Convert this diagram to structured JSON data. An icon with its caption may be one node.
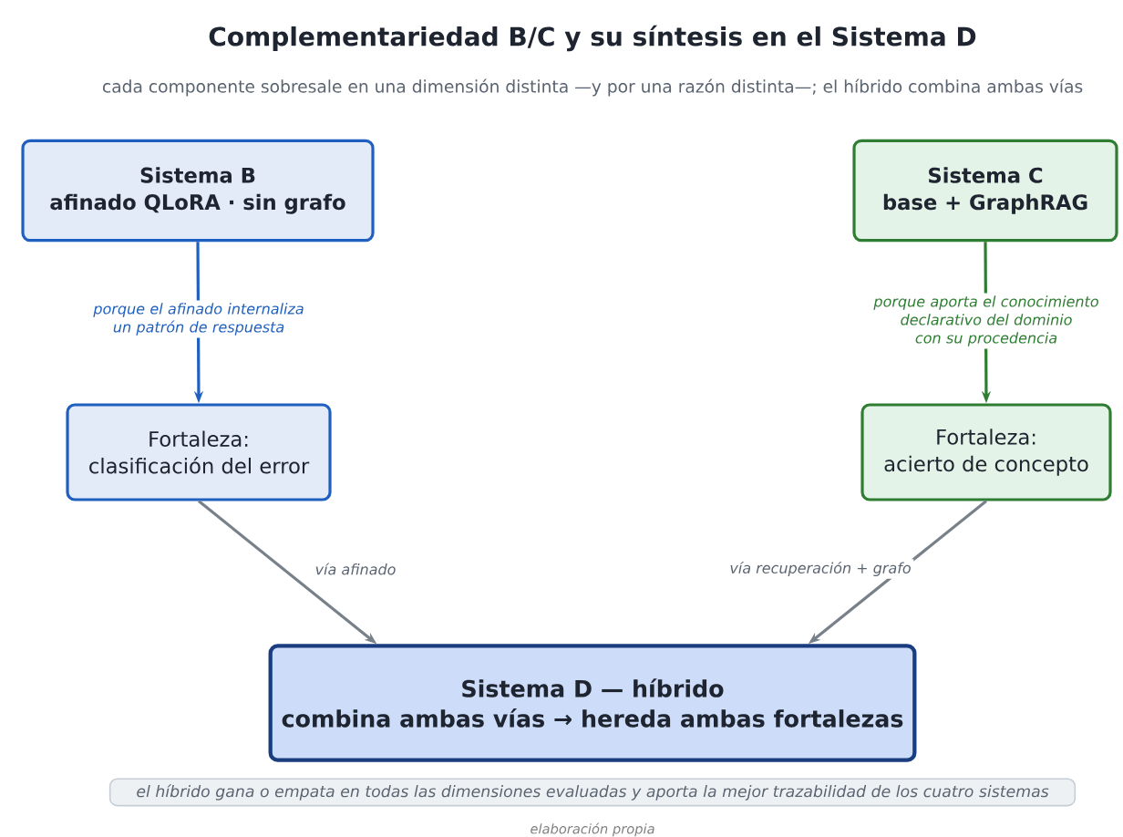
{
  "diagram": {
    "title": "Complementariedad B/C y su síntesis en el Sistema D",
    "caption": "elaboración propia",
    "nodes": [
      {
        "text": [
          "Sistema B",
          "afinado QLoRA · sin grafo"
        ]
      },
      {
        "text": [
          "Sistema C",
          "base + GraphRAG"
        ]
      },
      {
        "text": [
          "Fortaleza:",
          "clasificación del error"
        ]
      },
      {
        "text": [
          "Fortaleza:",
          "acierto de concepto"
        ]
      },
      {
        "text": [
          "Sistema D — híbrido",
          "combina ambas vías → hereda ambas fortalezas"
        ]
      },
      {
        "text": [
          "el híbrido gana o empata en todas las dimensiones evaluadas y aporta la mejor trazabilidad de los cuatro sistemas"
        ]
      }
    ],
    "edges": [
      {
        "from": 0,
        "to": 2,
        "arrow": "to",
        "label": "porque el afinado internaliza un patrón de respuesta",
        "color": "#1f5fbf"
      },
      {
        "from": 1,
        "to": 3,
        "arrow": "to",
        "label": "porque aporta el conocimiento declarativo del dominio con su procedencia",
        "color": "#2e7d32"
      },
      {
        "from": 2,
        "to": 4,
        "arrow": "to",
        "label": "vía afinado",
        "color": "#78808a"
      },
      {
        "from": 3,
        "to": 4,
        "arrow": "to",
        "label": "vía recuperación + grafo",
        "color": "#78808a"
      }
    ],
    "labels": [
      "cada componente sobresale en una dimensión distinta —y por una razón distinta—; el híbrido combina ambas vías"
    ]
  }
}
